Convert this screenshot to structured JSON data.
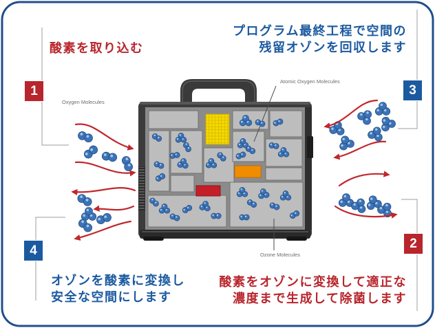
{
  "colors": {
    "frame_blue": "#1f4e8c",
    "step_red": "#b8252c",
    "step_blue": "#1c5aa0",
    "arrow_red": "#c0272d",
    "molecule_blue": "#3b73b7",
    "component_yellow": "#f4d800",
    "component_orange": "#f08c00",
    "component_red": "#c41f28"
  },
  "icons": {
    "device": "ozone-generator-icon",
    "molecule": "molecule-icon",
    "arrow": "curved-arrow-icon"
  },
  "steps": [
    {
      "number": "1",
      "lines": [
        "酸素を取り込む"
      ]
    },
    {
      "number": "2",
      "lines": [
        "酸素をオゾンに変換して適正な",
        "濃度まで生成して除菌します"
      ]
    },
    {
      "number": "3",
      "lines": [
        "プログラム最終工程で空間の",
        "残留オゾンを回収します"
      ]
    },
    {
      "number": "4",
      "lines": [
        "オゾンを酸素に変換し",
        "安全な空間にします"
      ]
    }
  ],
  "labels": {
    "oxygen_molecules": "Oxygen Molecules",
    "atomic_oxygen_molecules": "Atomic Oxygen Molecules",
    "ozone_molecules": "Ozone Molecules"
  }
}
